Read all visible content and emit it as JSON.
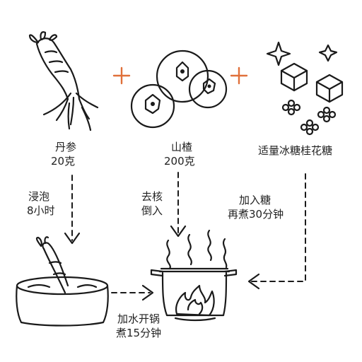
{
  "colors": {
    "ink": "#1a1a1a",
    "plus": "#e0703a",
    "background": "#ffffff"
  },
  "ingredients": {
    "danshen": {
      "name": "丹参",
      "amount": "20克"
    },
    "hawthorn": {
      "name": "山楂",
      "amount": "200克"
    },
    "sugar": {
      "name": "适量冰糖桂花糖"
    }
  },
  "steps": {
    "soak": {
      "line1": "浸泡",
      "line2": "8小时"
    },
    "pit": {
      "line1": "去核",
      "line2": "倒入"
    },
    "boil": {
      "line1": "加水开锅",
      "line2": "煮15分钟"
    },
    "sugar_step": {
      "line1": "加入糖",
      "line2": "再煮30分钟"
    }
  },
  "icons": {
    "plus_1": "plus-icon",
    "plus_2": "plus-icon",
    "root": "danshen-root-icon",
    "fruit": "hawthorn-fruit-icon",
    "sugar": "rock-sugar-icon",
    "basin": "soaking-basin-icon",
    "pot": "boiling-pot-icon",
    "fire": "fire-icon"
  }
}
